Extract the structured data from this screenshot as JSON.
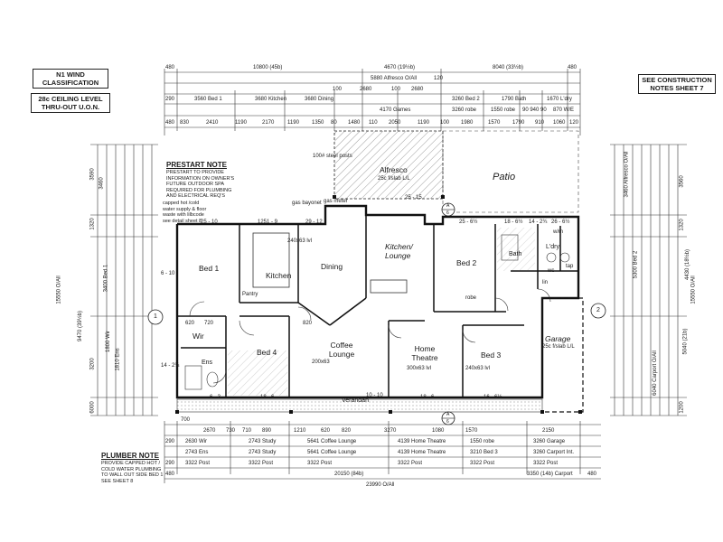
{
  "header": {
    "wind_box": [
      "N1 WIND",
      "CLASSIFICATION"
    ],
    "ceiling_box": [
      "28c CEILING LEVEL",
      "THRU-OUT U.O.N."
    ],
    "construction_box": [
      "SEE CONSTRUCTION",
      "NOTES SHEET 7"
    ]
  },
  "notes": {
    "prestart_title": "PRESTART NOTE",
    "prestart_body": "PRESTART TO PROVIDE\nINFORMATION ON OWNER'S\nFUTURE OUTDOOR SPA\nREQUIRED FOR PLUMBING\nAND ELECTRICAL REQ'S",
    "plumber_title": "PLUMBER NOTE",
    "plumber_body": "PROVIDE CAPPED HOT /\nCOLD WATER PLUMBING\nTO WALL OUT SIDE BED 1\nSEE SHEET 8",
    "capped_water": "capped hot /cold\nwater supply & floor\nwaste with lilbcode\nsee detail sheet 8"
  },
  "rooms": {
    "alfresco": "Alfresco",
    "alfresco_sub": "25c f/slab L/L",
    "patio": "Patio",
    "bed1": "Bed 1",
    "kitchen": "Kitchen",
    "dining": "Dining",
    "kitchen_lounge": "Kitchen/ Lounge",
    "bed2": "Bed 2",
    "bath": "Bath",
    "ldry": "L'dry",
    "wc": "wc",
    "wir": "Wir",
    "bed4": "Bed 4",
    "coffee_lounge": "Coffee Lounge",
    "home_theatre": "Home Theatre",
    "bed3": "Bed 3",
    "garage": "Garage",
    "garage_sub": "25c f/slab L/L",
    "ens": "Ens",
    "verandah": "Verandah",
    "pantry": "Pantry",
    "linen": "lin",
    "robe": "robe"
  },
  "top_dims": {
    "overall": [
      "480",
      "10800 (45b)",
      "4670 (19½b)",
      "8040 (33½b)",
      "480"
    ],
    "row2": [
      "5880 Alfresco O/All",
      "120"
    ],
    "row3": [
      "290",
      "3560 Bed 1",
      "3680 Kitchen",
      "3680 Dining",
      "100",
      "2680",
      "100",
      "2680",
      "3260 Bed 2",
      "1790 Bath",
      "1670 L'dry"
    ],
    "row4": [
      "4170 Games",
      "3260 robe",
      "1550 robe",
      "90 940 90",
      "870 W/E"
    ],
    "row5": [
      "480",
      "830",
      "2410",
      "1190",
      "2170",
      "1190",
      "1350",
      "80",
      "1480",
      "110",
      "2050",
      "1190",
      "100",
      "1980",
      "1570",
      "1790",
      "910",
      "1060",
      "120"
    ]
  },
  "bottom_dims": {
    "row1": [
      "700",
      "2670",
      "730",
      "710",
      "890",
      "1210",
      "620",
      "820",
      "3270",
      "1080",
      "1570",
      "2150"
    ],
    "row2": [
      "290",
      "2630 Wir",
      "2743 Study",
      "5641 Coffee Lounge",
      "4139 Home Theatre",
      "1550 robe",
      "3260 Garage"
    ],
    "row3": [
      "2743 Ens",
      "2743 Study",
      "5641 Coffee Lounge",
      "4139 Home Theatre",
      "3210 Bed 3",
      "3260 Carport Int."
    ],
    "row4": [
      "290",
      "3322 Post",
      "3322 Post",
      "3322 Post",
      "3322 Post",
      "3322 Post",
      "3322 Post"
    ],
    "row5": [
      "480",
      "20150 (84b)",
      "3350 (14b) Carport",
      "480"
    ],
    "overall": "23990 O/All"
  },
  "left_dims": [
    "3590",
    "3460",
    "1320",
    "15550 O/All",
    "3400 Bed 1",
    "9470 (39½b)",
    "1810 Ens",
    "1800 Wir",
    "3200",
    "6000"
  ],
  "right_dims": [
    "3560",
    "1320",
    "4430 (18½b)",
    "15550 O/All",
    "5040 (21b)",
    "1200",
    "3460 Alfresco O/All",
    "5300 Bed 2",
    "6040 Carport O/All"
  ],
  "axes": [
    "1",
    "2"
  ],
  "sections": [
    "A",
    "6",
    "A",
    "6"
  ],
  "wall_labels": [
    "25 - 10",
    "1251 - 9",
    "29 - 12",
    "25 - 15",
    "25 - 6½",
    "18 - 6½",
    "14 - 2¾",
    "26 - 6½",
    "6 - 10",
    "14 - 2¾",
    "6 - 3",
    "18 - 6",
    "10 - 10",
    "18 - 6",
    "16 - 6½"
  ],
  "small_labels": {
    "lintel1": "240x63 lvl",
    "lintel2": "200x63",
    "lintel3": "240x63 lvl",
    "lintel4": "300x63 lvl",
    "opening1": "820",
    "opening2": "720",
    "opening3": "620",
    "gas_bayonet": "gas bayonet",
    "gas_meter": "gas meter",
    "steel_post": "100# steel posts",
    "tap": "tap",
    "wm": "w/m"
  }
}
